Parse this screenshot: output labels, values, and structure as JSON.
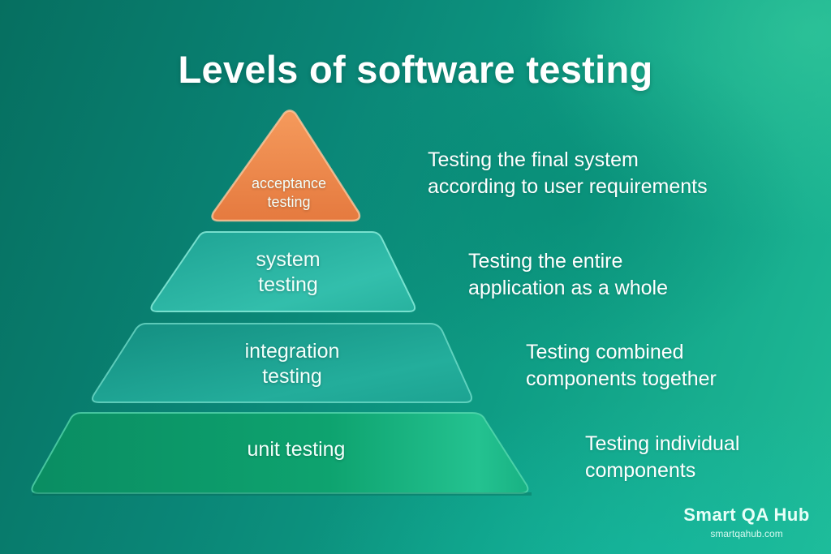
{
  "title": "Levels of software testing",
  "colors": {
    "background_dark": "#066f60",
    "background_light": "#20bc97",
    "acceptance": "#ee8a50",
    "system": "#2fb8a8",
    "integration": "#22a898",
    "unit": "#12a272",
    "text": "#ffffff"
  },
  "levels": [
    {
      "label_line1": "acceptance",
      "label_line2": "testing",
      "description_line1": "Testing the final system",
      "description_line2": "according to user requirements"
    },
    {
      "label_line1": "system",
      "label_line2": "testing",
      "description_line1": "Testing the entire",
      "description_line2": "application as a whole"
    },
    {
      "label_line1": "integration",
      "label_line2": "testing",
      "description_line1": "Testing combined",
      "description_line2": "components together"
    },
    {
      "label_line1": "unit testing",
      "label_line2": "",
      "description_line1": "Testing individual",
      "description_line2": "components"
    }
  ],
  "brand": {
    "name": "Smart QA Hub",
    "url": "smartqahub.com"
  }
}
